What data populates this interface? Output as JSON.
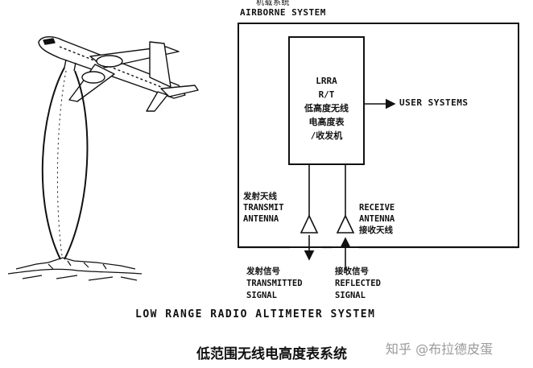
{
  "system_label": {
    "cn": "机载系统",
    "en": "AIRBORNE SYSTEM"
  },
  "lrra": {
    "line1": "LRRA",
    "line2": "R/T",
    "line3": "低高度无线",
    "line4": "电高度表",
    "line5": "/收发机"
  },
  "user_systems": "USER SYSTEMS",
  "transmit_antenna": {
    "cn": "发射天线",
    "en1": "TRANSMIT",
    "en2": "ANTENNA"
  },
  "receive_antenna": {
    "en1": "RECEIVE",
    "en2": "ANTENNA",
    "cn": "接收天线"
  },
  "transmitted_signal": {
    "cn": "发射信号",
    "en1": "TRANSMITTED",
    "en2": "SIGNAL"
  },
  "reflected_signal": {
    "cn": "接收信号",
    "en1": "REFLECTED",
    "en2": "SIGNAL"
  },
  "caption_en": "LOW RANGE RADIO ALTIMETER SYSTEM",
  "caption_cn": "低范围无线电高度表系统",
  "watermark": "知乎 @布拉德皮蛋"
}
